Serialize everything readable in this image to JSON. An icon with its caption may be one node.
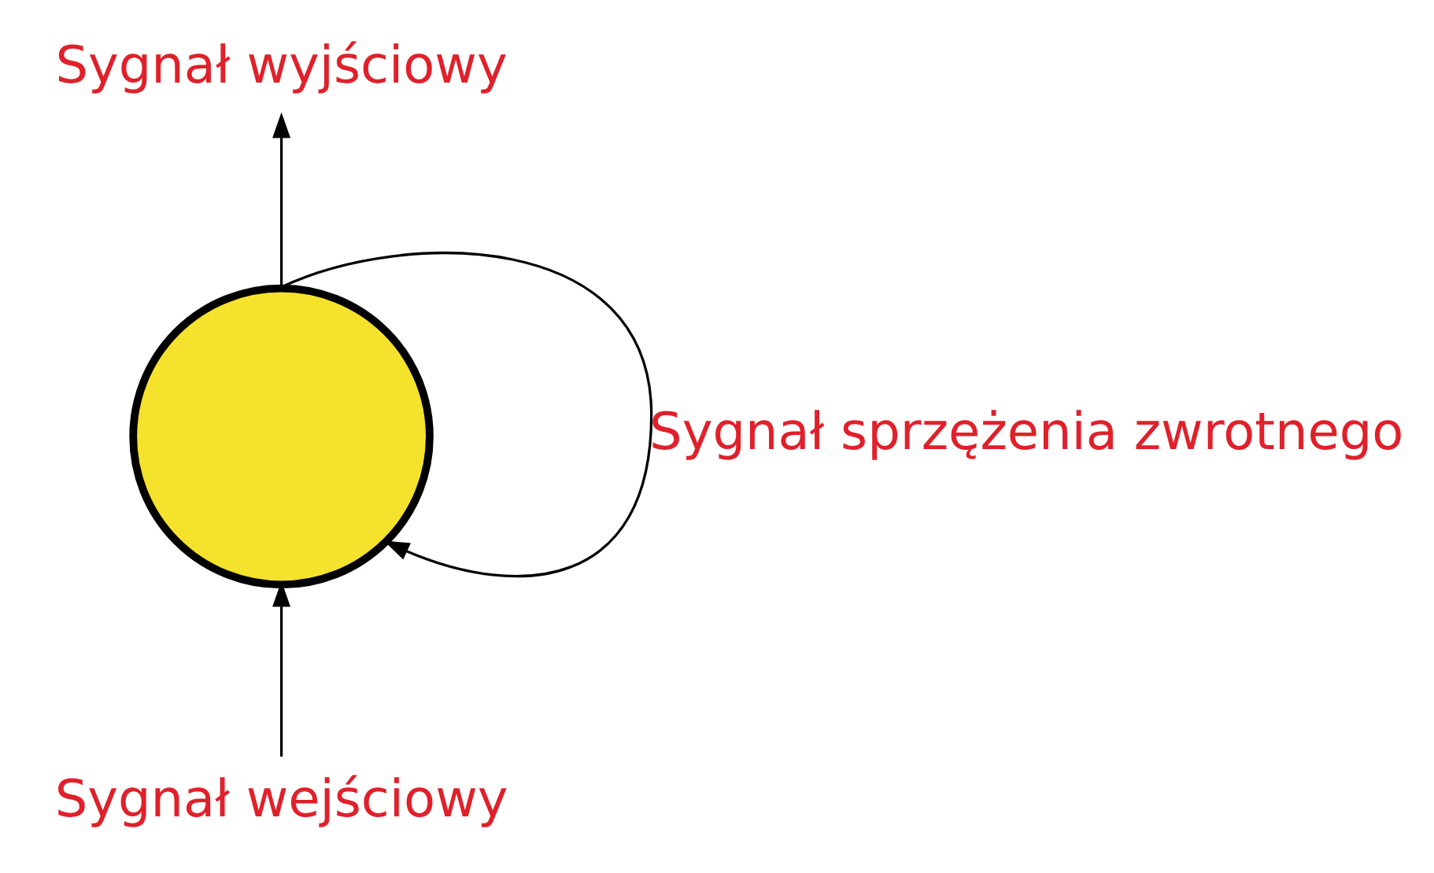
{
  "diagram": {
    "nodes": [
      {
        "text": [],
        "shape": "circle"
      },
      {
        "text": [
          "Sygnał wyjściowy"
        ]
      },
      {
        "text": [
          "Sygnał wejściowy"
        ]
      }
    ],
    "edges": [
      {
        "from": 2,
        "to": 0,
        "arrow": "to"
      },
      {
        "from": 0,
        "to": 1,
        "arrow": "to"
      },
      {
        "from": 0,
        "to": 0,
        "arrow": "to",
        "label": "Sygnał sprzężenia zwrotnego"
      }
    ]
  }
}
